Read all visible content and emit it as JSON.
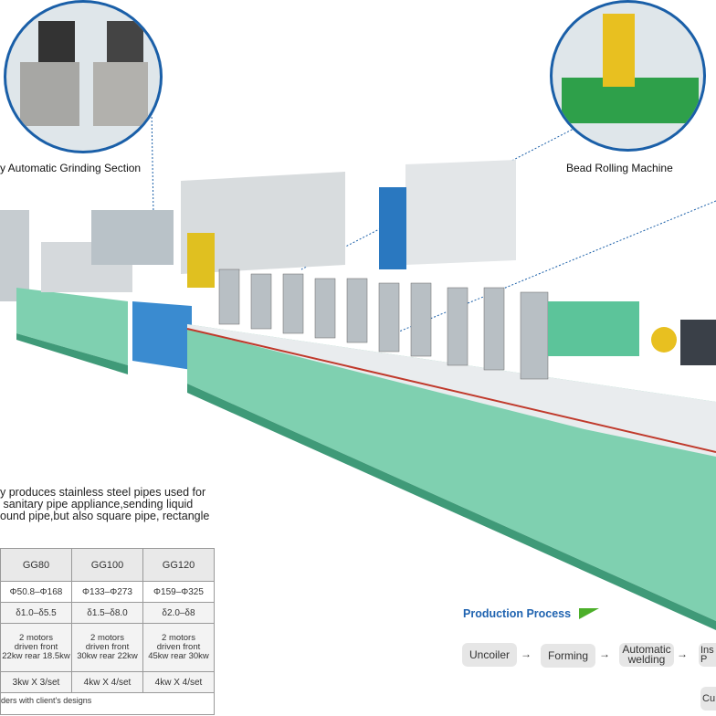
{
  "callouts": {
    "grinding": "y Automatic Grinding Section",
    "bead_rolling": "Bead Rolling Machine"
  },
  "description": [
    "y produces stainless steel pipes used for",
    " sanitary pipe appliance,sending liquid",
    "ound pipe,but also square pipe, rectangle"
  ],
  "spec_table": {
    "headers": [
      "GG80",
      "GG100",
      "GG120"
    ],
    "rows": [
      [
        "Φ50.8–Φ168",
        "Φ133–Φ273",
        "Φ159–Φ325"
      ],
      [
        "δ1.0–δ5.5",
        "δ1.5–δ8.0",
        "δ2.0–δ8"
      ],
      [
        [
          "2 motors",
          "driven front",
          "22kw rear 18.5kw"
        ],
        [
          "2 motors",
          "driven front",
          "30kw rear 22kw"
        ],
        [
          "2 motors",
          "driven front",
          "45kw rear 30kw"
        ]
      ],
      [
        "3kw X 3/set",
        "4kw X 4/set",
        "4kw X 4/set"
      ]
    ],
    "footer": "ders with client's designs"
  },
  "production_process": {
    "title": "Production Process",
    "steps": [
      "Uncoiler",
      "Forming",
      "Automatic welding",
      "Ins P",
      "Cu"
    ],
    "arrow": "→"
  },
  "colors": {
    "machine_green": "#7fd0b0",
    "accent_blue": "#1f63b0",
    "flag_green": "#4caf2a"
  }
}
